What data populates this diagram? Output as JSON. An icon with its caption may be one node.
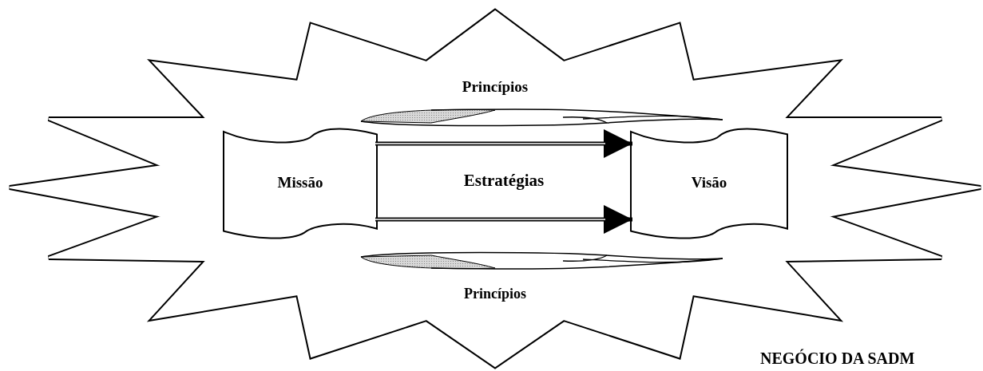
{
  "diagram": {
    "nodes": [
      {
        "text": [
          "NEGÓCIO DA SADM"
        ]
      },
      {
        "text": [
          "Missão"
        ],
        "in": 0
      },
      {
        "text": [
          "Visão"
        ],
        "in": 0
      }
    ],
    "edges": [
      {
        "from": 1,
        "to": 2,
        "arrow": "to"
      },
      {
        "from": 1,
        "to": 2,
        "arrow": "to"
      }
    ],
    "labels": [
      "Princípios",
      "Estratégias",
      "Princípios"
    ]
  }
}
